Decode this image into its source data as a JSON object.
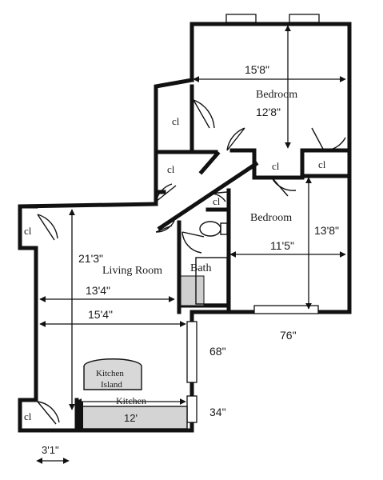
{
  "rooms": {
    "bedroom_top": "Bedroom",
    "bedroom_right": "Bedroom",
    "living_room": "Living Room",
    "bath": "Bath",
    "kitchen": "Kitchen",
    "kitchen_island_line1": "Kitchen",
    "kitchen_island_line2": "Island"
  },
  "closets": {
    "cl_top_left": "cl",
    "cl_middle_left": "cl",
    "cl_center": "cl",
    "cl_right": "cl",
    "cl_bath": "cl",
    "cl_living": "cl",
    "cl_kitchen": "cl"
  },
  "dimensions": {
    "bedroom_top_width": "15'8\"",
    "bedroom_top_depth": "12'8\"",
    "bedroom_right_width": "11'5\"",
    "bedroom_right_depth": "13'8\"",
    "living_height": "21'3\"",
    "living_width": "13'4\"",
    "living_full_width": "15'4\"",
    "window_76": "76\"",
    "window_68": "68\"",
    "window_34": "34\"",
    "counter": "12'",
    "bottom_closet": "3'1\""
  }
}
